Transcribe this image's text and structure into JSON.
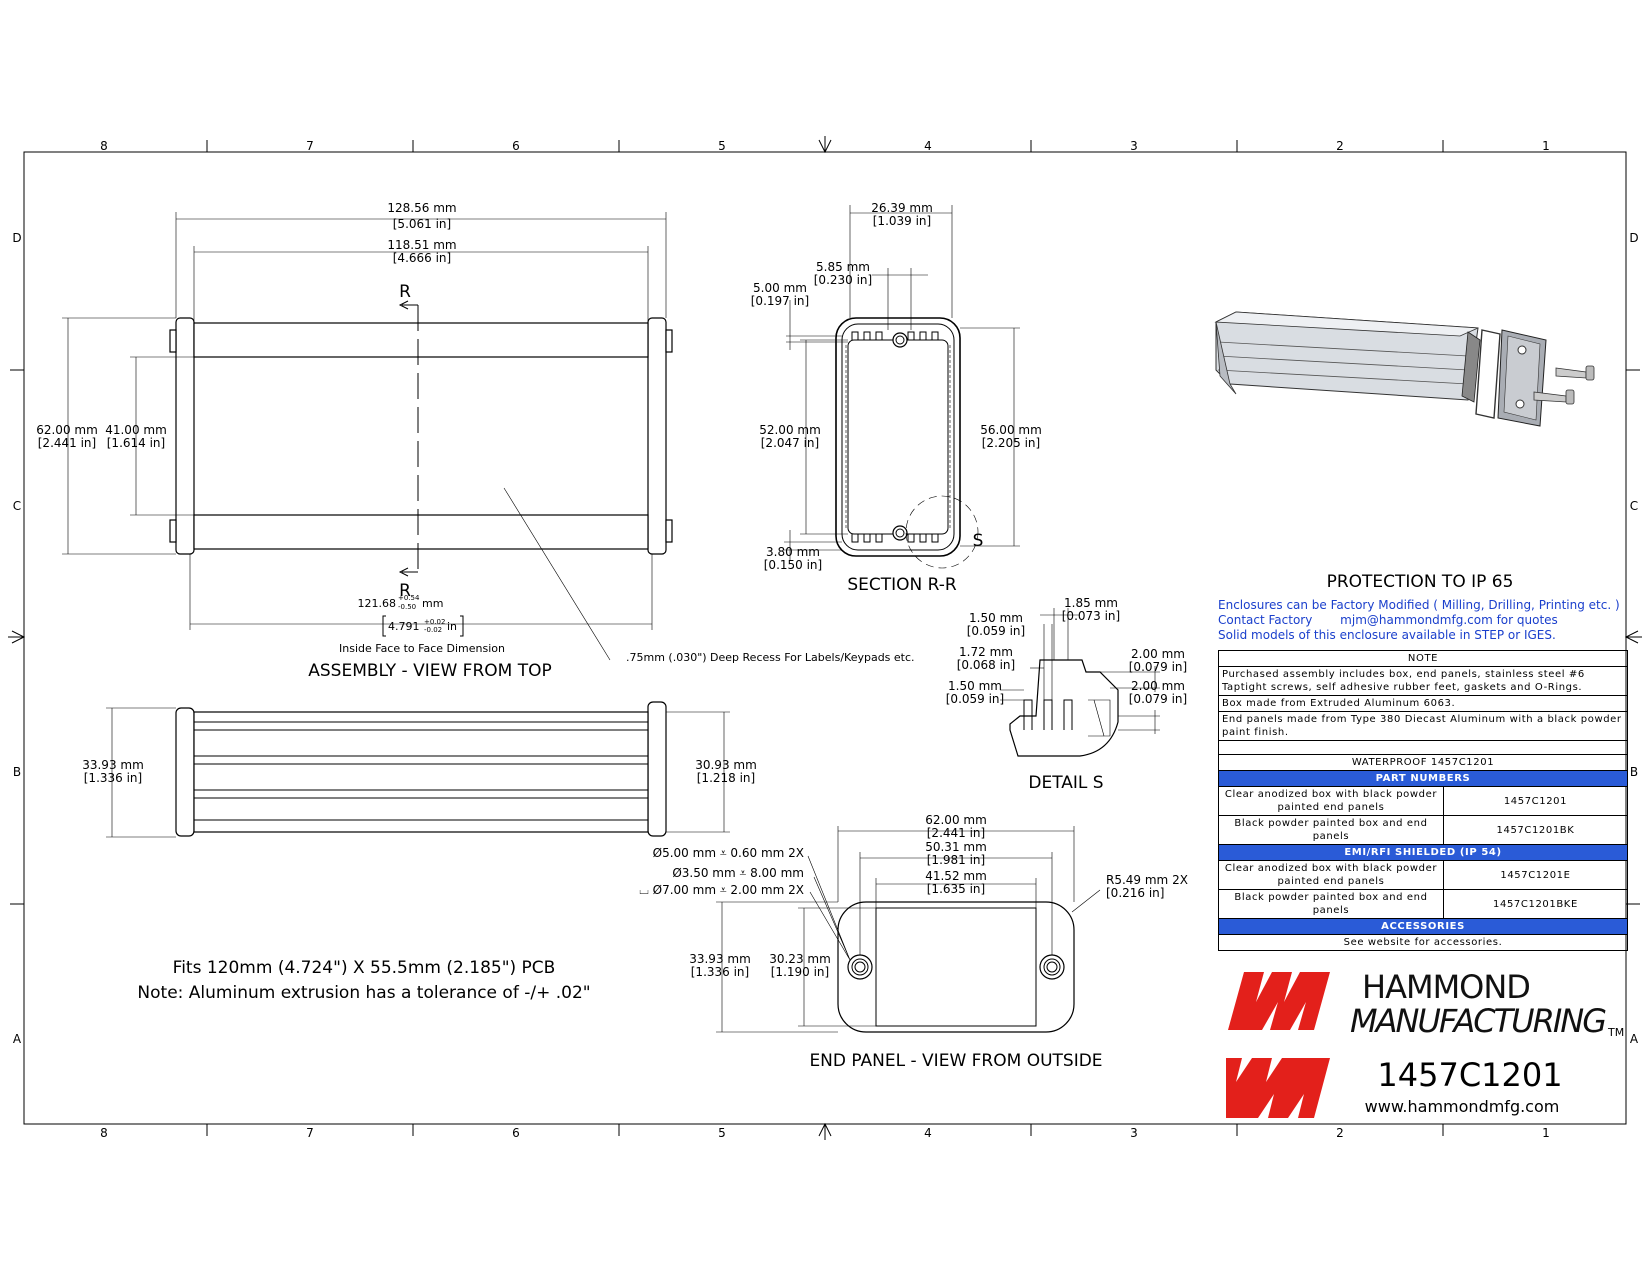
{
  "border": {
    "top_zones": [
      "8",
      "7",
      "6",
      "5",
      "4",
      "3",
      "2",
      "1"
    ],
    "side_zones": [
      "D",
      "C",
      "B",
      "A"
    ]
  },
  "assembly": {
    "title": "ASSEMBLY - VIEW FROM TOP",
    "section_mark": "R",
    "dim_overall_mm": "128.56 mm",
    "dim_overall_in": "[5.061 in]",
    "dim_inner_mm": "118.51 mm",
    "dim_inner_in": "[4.666 in]",
    "dim_height_mm": "62.00 mm",
    "dim_height_in": "[2.441 in]",
    "dim_recess_mm": "41.00 mm",
    "dim_recess_in": "[1.614 in]",
    "face_mm": "121.68",
    "face_mm_tol_plus": "+0.54",
    "face_mm_tol_minus": "-0.50",
    "face_mm_unit": "mm",
    "face_in": "4.791",
    "face_in_tol_plus": "+0.02",
    "face_in_tol_minus": "-0.02",
    "face_in_unit": "in",
    "face_caption": "Inside Face to Face Dimension",
    "recess_note": ".75mm (.030\") Deep Recess For Labels/Keypads etc."
  },
  "side_view": {
    "dim_left_mm": "33.93 mm",
    "dim_left_in": "[1.336 in]",
    "dim_right_mm": "30.93 mm",
    "dim_right_in": "[1.218 in]"
  },
  "notes": {
    "pcb": "Fits 120mm (4.724\") X 55.5mm (2.185\") PCB",
    "tolerance": "Note: Aluminum extrusion has a tolerance of -/+ .02\""
  },
  "section": {
    "title": "SECTION  R-R",
    "detail_mark": "S",
    "dim_width_mm": "26.39 mm",
    "dim_width_in": "[1.039 in]",
    "dim_slot_mm": "5.85 mm",
    "dim_slot_in": "[0.230 in]",
    "dim_wall_mm": "5.00 mm",
    "dim_wall_in": "[0.197 in]",
    "dim_inner_mm": "52.00 mm",
    "dim_inner_in": "[2.047 in]",
    "dim_outer_mm": "56.00 mm",
    "dim_outer_in": "[2.205 in]",
    "dim_base_mm": "3.80 mm",
    "dim_base_in": "[0.150 in]"
  },
  "detail": {
    "title": "DETAIL  S",
    "d1_mm": "1.85 mm",
    "d1_in": "[0.073 in]",
    "d2_mm": "1.50 mm",
    "d2_in": "[0.059 in]",
    "d3_mm": "1.72 mm",
    "d3_in": "[0.068 in]",
    "d4_mm": "2.00 mm",
    "d4_in": "[0.079 in]",
    "d5_mm": "1.50 mm",
    "d5_in": "[0.059 in]",
    "d6_mm": "2.00 mm",
    "d6_in": "[0.079 in]"
  },
  "end_panel": {
    "title": "END PANEL - VIEW FROM OUTSIDE",
    "hole1": "Ø5.00 mm ⩡ 0.60 mm 2X",
    "hole2": "Ø3.50 mm ⩡ 8.00 mm",
    "hole3": "⌴ Ø7.00 mm ⩡ 2.00 mm 2X",
    "dim_w_mm": "62.00 mm",
    "dim_w_in": "[2.441 in]",
    "dim_holes_mm": "50.31 mm",
    "dim_holes_in": "[1.981 in]",
    "dim_win_mm": "41.52 mm",
    "dim_win_in": "[1.635 in]",
    "dim_h_mm": "33.93 mm",
    "dim_h_in": "[1.336 in]",
    "dim_winh_mm": "30.23 mm",
    "dim_winh_in": "[1.190 in]",
    "radius_mm": "R5.49 mm 2X",
    "radius_in": "[0.216 in]"
  },
  "info": {
    "protection": "PROTECTION TO IP 65",
    "line1": "Enclosures can be Factory Modified ( Milling, Drilling, Printing etc. )",
    "contact_label": "Contact Factory",
    "contact_email": "mjm@hammondmfg.com for quotes",
    "line3": "Solid models of this enclosure available in STEP or IGES.",
    "note_header": "NOTE",
    "note_rows": [
      "Purchased assembly includes box, end panels, stainless steel #6 Taptight screws, self adhesive rubber feet, gaskets and O-Rings.",
      "Box made from Extruded Aluminum 6063.",
      "End panels made from Type 380 Diecast Aluminum with a black powder paint finish.",
      ""
    ],
    "waterproof": "WATERPROOF 1457C1201",
    "part_numbers_header": "PART NUMBERS",
    "part_rows": [
      {
        "desc": "Clear anodized box with black powder painted end panels",
        "pn": "1457C1201"
      },
      {
        "desc": "Black powder painted box and end panels",
        "pn": "1457C1201BK"
      }
    ],
    "emi_header": "EMI/RFI SHIELDED (IP 54)",
    "emi_rows": [
      {
        "desc": "Clear anodized box with black powder painted end panels",
        "pn": "1457C1201E"
      },
      {
        "desc": "Black powder painted box and end panels",
        "pn": "1457C1201BKE"
      }
    ],
    "accessories_header": "ACCESSORIES",
    "accessories_text": "See website for accessories."
  },
  "brand": {
    "line1": "HAMMOND",
    "line2": "MANUFACTURING",
    "tm": "TM",
    "part_number": "1457C1201",
    "website": "www.hammondmfg.com",
    "logo_color": "#e3201b",
    "header_blue": "#2a5bd7",
    "text_blue": "#1a3fcc"
  }
}
